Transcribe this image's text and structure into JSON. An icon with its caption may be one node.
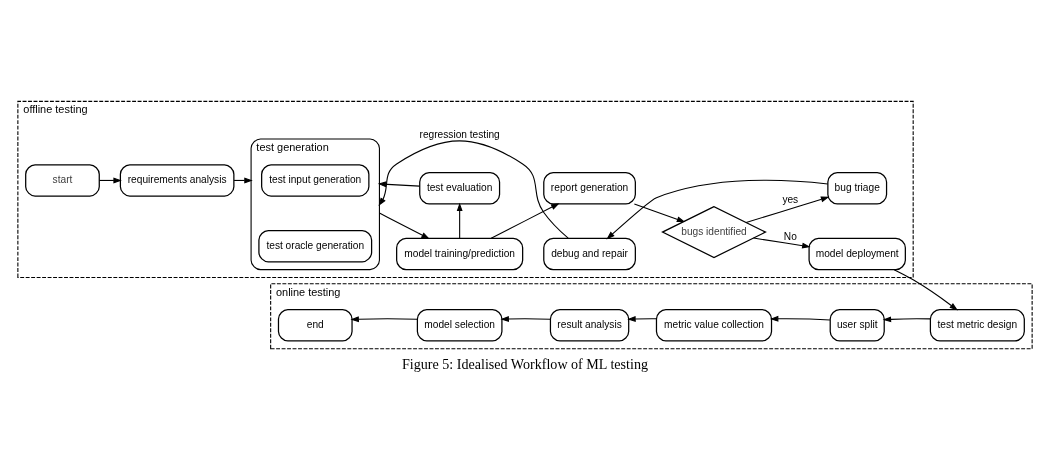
{
  "diagram": {
    "caption": "Figure 5: Idealised Workflow of ML testing",
    "nodes": [
      {
        "text": [
          "offline testing"
        ]
      },
      {
        "text": [
          "start"
        ],
        "in": 0
      },
      {
        "text": [
          "requirements analysis"
        ],
        "in": 0
      },
      {
        "text": [
          "test generation"
        ],
        "in": 0
      },
      {
        "text": [
          "test input generation"
        ],
        "in": 3
      },
      {
        "text": [
          "test oracle generation"
        ],
        "in": 3
      },
      {
        "text": [
          "test evaluation"
        ],
        "in": 0
      },
      {
        "text": [
          "model training/prediction"
        ],
        "in": 0
      },
      {
        "text": [
          "report generation"
        ],
        "in": 0
      },
      {
        "text": [
          "bugs identified"
        ],
        "in": 0
      },
      {
        "text": [
          "debug and repair"
        ],
        "in": 0
      },
      {
        "text": [
          "bug triage"
        ],
        "in": 0
      },
      {
        "text": [
          "model deployment"
        ],
        "in": 0
      },
      {
        "text": [
          "online testing"
        ]
      },
      {
        "text": [
          "end"
        ],
        "in": 13
      },
      {
        "text": [
          "model selection"
        ],
        "in": 13
      },
      {
        "text": [
          "result analysis"
        ],
        "in": 13
      },
      {
        "text": [
          "metric value collection"
        ],
        "in": 13
      },
      {
        "text": [
          "user split"
        ],
        "in": 13
      },
      {
        "text": [
          "test metric design"
        ],
        "in": 13
      }
    ],
    "edges": [
      {
        "from": 1,
        "to": 2,
        "arrow": "to"
      },
      {
        "from": 2,
        "to": 3,
        "arrow": "to"
      },
      {
        "from": 3,
        "to": 7,
        "arrow": "to"
      },
      {
        "from": 7,
        "to": 6,
        "arrow": "to"
      },
      {
        "from": 6,
        "to": 3,
        "arrow": "to"
      },
      {
        "from": 7,
        "to": 8,
        "arrow": "to"
      },
      {
        "from": 8,
        "to": 9,
        "arrow": "to"
      },
      {
        "from": 9,
        "to": 11,
        "arrow": "to",
        "label": "yes"
      },
      {
        "from": 9,
        "to": 12,
        "arrow": "to",
        "label": "No"
      },
      {
        "from": 11,
        "to": 10,
        "arrow": "to"
      },
      {
        "from": 10,
        "to": 3,
        "arrow": "to",
        "label": "regression testing"
      },
      {
        "from": 12,
        "to": 19,
        "arrow": "to"
      },
      {
        "from": 19,
        "to": 18,
        "arrow": "to"
      },
      {
        "from": 18,
        "to": 17,
        "arrow": "to"
      },
      {
        "from": 17,
        "to": 16,
        "arrow": "to"
      },
      {
        "from": 16,
        "to": 15,
        "arrow": "to"
      },
      {
        "from": 15,
        "to": 14,
        "arrow": "to"
      }
    ]
  }
}
